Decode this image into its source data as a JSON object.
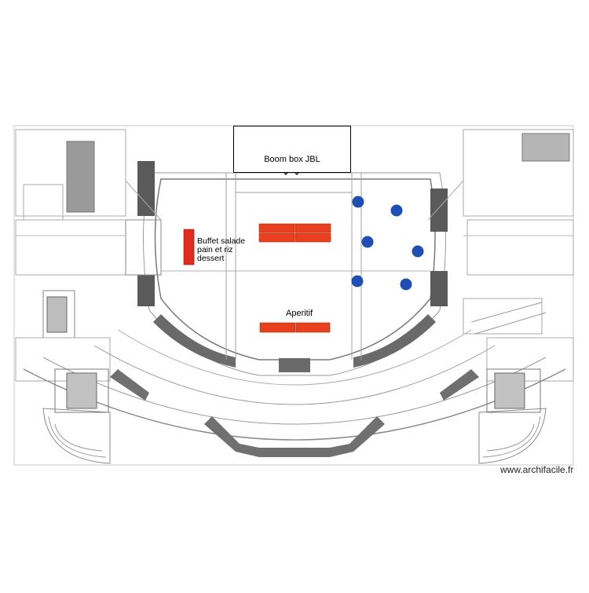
{
  "plan": {
    "boombox": {
      "label": "Boom box JBL"
    },
    "buffet": {
      "lines": [
        "Buffet salade",
        "pain et riz",
        "dessert"
      ]
    },
    "aperitif": {
      "label": "Aperitif"
    },
    "watermark": "www.archifacile.fr",
    "table_count": 6,
    "round_table_count": 6,
    "colors": {
      "table_fill": "#e8401c",
      "buffet_fill": "#e02b1f",
      "round_table_fill": "#1f4fb4",
      "plan_line": "#8a8a8a"
    }
  }
}
